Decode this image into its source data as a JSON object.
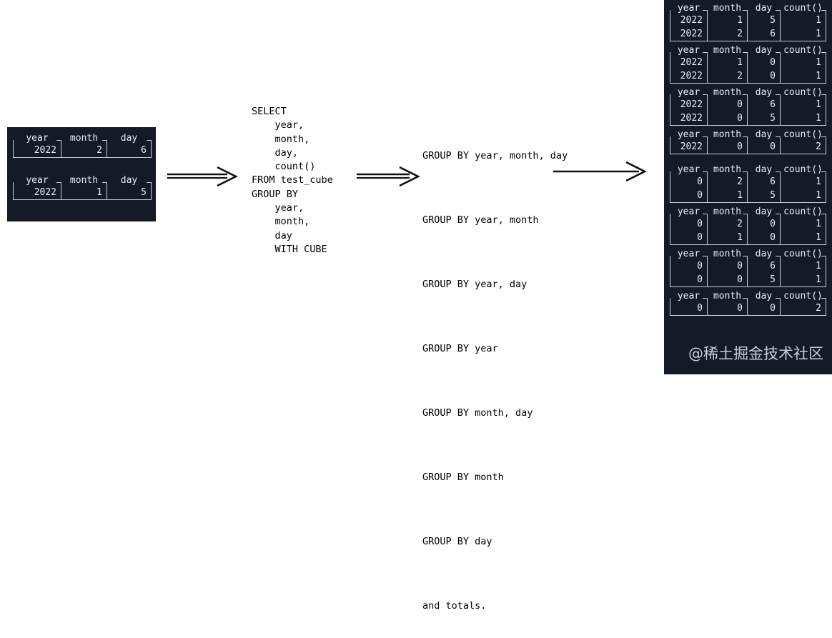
{
  "colors": {
    "panel_background": "#151b26",
    "panel_text": "#e8edf2",
    "panel_border": "#c9cfd6",
    "page_background": "#ffffff",
    "code_text": "#000000",
    "arrow": "#111111"
  },
  "input": {
    "columns": [
      "year",
      "month",
      "day"
    ],
    "tables": [
      {
        "rows": [
          [
            "2022",
            "2",
            "6"
          ]
        ]
      },
      {
        "rows": [
          [
            "2022",
            "1",
            "5"
          ]
        ]
      }
    ]
  },
  "sql": {
    "text": "SELECT\n    year,\n    month,\n    day,\n    count()\nFROM test_cube\nGROUP BY\n    year,\n    month,\n    day\n    WITH CUBE"
  },
  "groupings": {
    "lines": [
      "GROUP BY year, month, day",
      "GROUP BY year, month",
      "GROUP BY year, day",
      "GROUP BY year",
      "GROUP BY month, day",
      "GROUP BY month",
      "GROUP BY day",
      "and totals."
    ]
  },
  "output": {
    "columns": [
      "year",
      "month",
      "day",
      "count()"
    ],
    "tables": [
      {
        "rows": [
          [
            "2022",
            "1",
            "5",
            "1"
          ],
          [
            "2022",
            "2",
            "6",
            "1"
          ]
        ]
      },
      {
        "rows": [
          [
            "2022",
            "1",
            "0",
            "1"
          ],
          [
            "2022",
            "2",
            "0",
            "1"
          ]
        ]
      },
      {
        "rows": [
          [
            "2022",
            "0",
            "6",
            "1"
          ],
          [
            "2022",
            "0",
            "5",
            "1"
          ]
        ]
      },
      {
        "rows": [
          [
            "2022",
            "0",
            "0",
            "2"
          ]
        ]
      },
      {
        "rows": [
          [
            "0",
            "2",
            "6",
            "1"
          ],
          [
            "0",
            "1",
            "5",
            "1"
          ]
        ]
      },
      {
        "rows": [
          [
            "0",
            "2",
            "0",
            "1"
          ],
          [
            "0",
            "1",
            "0",
            "1"
          ]
        ]
      },
      {
        "rows": [
          [
            "0",
            "0",
            "6",
            "1"
          ],
          [
            "0",
            "0",
            "5",
            "1"
          ]
        ]
      },
      {
        "rows": [
          [
            "0",
            "0",
            "0",
            "2"
          ]
        ]
      }
    ]
  },
  "arrows": [
    {
      "name": "arrow-input-to-sql",
      "style": "double"
    },
    {
      "name": "arrow-sql-to-groupings",
      "style": "double"
    },
    {
      "name": "arrow-groupings-to-output",
      "style": "single"
    }
  ],
  "watermark": {
    "text": "@稀土掘金技术社区"
  }
}
